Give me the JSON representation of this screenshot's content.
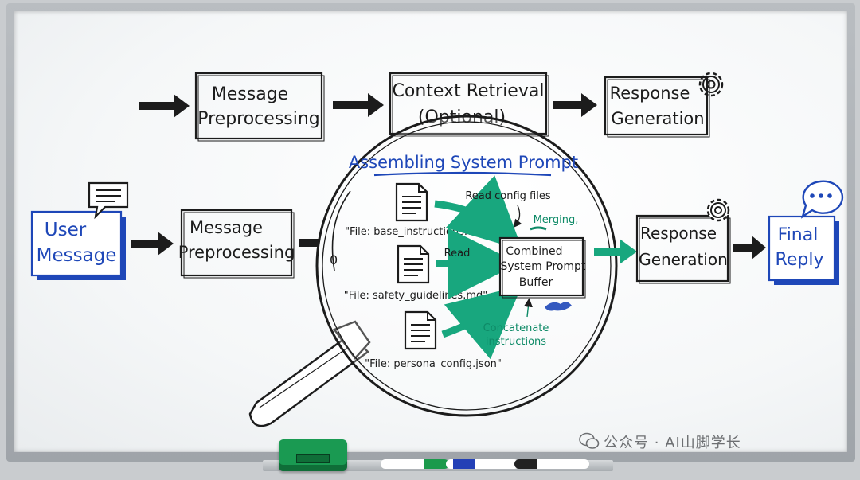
{
  "top_row": {
    "step1": [
      "Message",
      "Preprocessing"
    ],
    "step2": [
      "Context Retrieval",
      "(Optional)"
    ],
    "step3": [
      "Response",
      "Generation"
    ]
  },
  "main_row": {
    "user_message": [
      "User",
      "Message"
    ],
    "preprocessing": [
      "Message",
      "Preprocessing"
    ],
    "response": [
      "Response",
      "Generation"
    ],
    "final_reply": [
      "Final",
      "Reply"
    ]
  },
  "magnifier": {
    "title": "Assembling System Prompt",
    "stray_mark": "0",
    "buffer": [
      "Combined",
      "System Prompt",
      "Buffer"
    ],
    "files": [
      "\"File: base_instructions.txt\"",
      "\"File: safety_guidelines.md\"",
      "\"File: persona_config.json\""
    ],
    "annotations": {
      "read_config": "Read config files",
      "merging": "Merging,",
      "read": "Read",
      "concatenate": [
        "Concatenate",
        "instructions"
      ]
    }
  },
  "watermark": "公众号 · AI山脚学长",
  "colors": {
    "ink": "#1c1c1c",
    "blue": "#1e47b8",
    "teal": "#18a77e",
    "green_text": "#0e8a67"
  }
}
